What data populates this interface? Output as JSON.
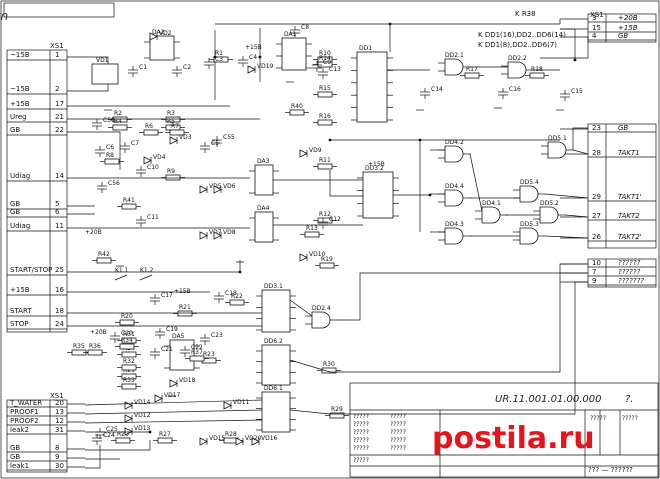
{
  "frame_code_top": "UR.11.001.01.00.000",
  "title_block": {
    "code": "UR.11.001.01.00.000",
    "suffix": "?.",
    "field_mark": "?????",
    "bottom_text": "??? — ??????"
  },
  "watermark": {
    "text": "postila.ru",
    "color": "#e8141c"
  },
  "connectors": {
    "xs1_left": {
      "name": "XS1",
      "pins": [
        {
          "label": "~15B",
          "num": "1"
        },
        {
          "label": "~15B",
          "num": "2"
        },
        {
          "label": "+15B",
          "num": "17"
        },
        {
          "label": "Ureg",
          "num": "21"
        },
        {
          "label": "GB",
          "num": "22"
        },
        {
          "label": "Udiag",
          "num": "14"
        },
        {
          "label": "GB",
          "num": "5"
        },
        {
          "label": "GB",
          "num": "6"
        },
        {
          "label": "Udiag",
          "num": "11"
        },
        {
          "label": "START/STOP",
          "num": "25"
        },
        {
          "label": "+15B",
          "num": "16"
        },
        {
          "label": "START",
          "num": "18"
        },
        {
          "label": "STOP",
          "num": "24"
        }
      ]
    },
    "xs1_bottom": {
      "name": "XS1",
      "pins": [
        {
          "label": "T_WATER",
          "num": "20"
        },
        {
          "label": "PROOF1",
          "num": "13"
        },
        {
          "label": "PROOF2",
          "num": "12"
        },
        {
          "label": "leak2",
          "num": "31"
        },
        {
          "label": "GB",
          "num": "8"
        },
        {
          "label": "GB",
          "num": "9"
        },
        {
          "label": "leak1",
          "num": "30"
        }
      ]
    },
    "xs1_right": {
      "name": "XS1",
      "pins": [
        {
          "label": "+20B",
          "num": "3"
        },
        {
          "label": "+15B",
          "num": "15"
        },
        {
          "label": "GB",
          "num": "4"
        },
        {
          "label": "GB",
          "num": "23"
        },
        {
          "label": "TAKT1",
          "num": "28"
        },
        {
          "label": "TAKT1'",
          "num": "29"
        },
        {
          "label": "TAKT2",
          "num": "27"
        },
        {
          "label": "TAKT2'",
          "num": "26"
        },
        {
          "label": "??????",
          "num": "10"
        },
        {
          "label": "??????",
          "num": "7"
        },
        {
          "label": "???????",
          "num": "9"
        }
      ]
    }
  },
  "notes": {
    "r38": "K R38",
    "dd1_a": "K DD1(16),DD2..DD6(14)",
    "dd1_b": "K DD1(8),DD2..DD6(7)"
  },
  "components": {
    "chips": [
      "DD1",
      "DA1",
      "DA2",
      "DA3",
      "DA4",
      "DA5",
      "DD3.1",
      "DD3.2",
      "DD6.2",
      "DD6.1",
      "DD2.1",
      "DD2.2",
      "DD2.4",
      "DD4.1",
      "DD4.2",
      "DD4.3",
      "DD4.4",
      "DD5.1",
      "DD5.2",
      "DD5.3",
      "DD5.4"
    ],
    "resistors": [
      "R1",
      "R2",
      "R3",
      "R4",
      "R5",
      "R6",
      "R7",
      "R8",
      "R9",
      "R10",
      "R11",
      "R12",
      "R13",
      "R14",
      "R15",
      "R16",
      "R17",
      "R18",
      "R19",
      "R20",
      "R21",
      "R22",
      "R23",
      "R24",
      "R25",
      "R26",
      "R27",
      "R28",
      "R29",
      "R30",
      "R31",
      "R32",
      "R33",
      "R34",
      "R35",
      "R36",
      "R37",
      "R40",
      "R41",
      "R42"
    ],
    "capacitors": [
      "C1",
      "C2",
      "C3",
      "C4",
      "C5",
      "C6",
      "C7",
      "C8",
      "C9",
      "C10",
      "C11",
      "C12",
      "C13",
      "C14",
      "C15",
      "C16",
      "C17",
      "C18",
      "C19",
      "C20",
      "C21",
      "C22",
      "C23",
      "C24",
      "C25",
      "C50",
      "C55",
      "C56"
    ],
    "diodes": [
      "VD1",
      "VD2",
      "VD3",
      "VD4",
      "VD5",
      "VD6",
      "VD7",
      "VD8",
      "VD9",
      "VD10",
      "VD11",
      "VD12",
      "VD13",
      "VD14",
      "VD15",
      "VD16",
      "VD17",
      "VD18",
      "VD19",
      "VD20"
    ],
    "relays": [
      "K1.1",
      "K1.2"
    ]
  },
  "nets": {
    "p15": "+15B",
    "p20": "+20B",
    "rail_15": "+15B",
    "rail_20": "+20B"
  }
}
